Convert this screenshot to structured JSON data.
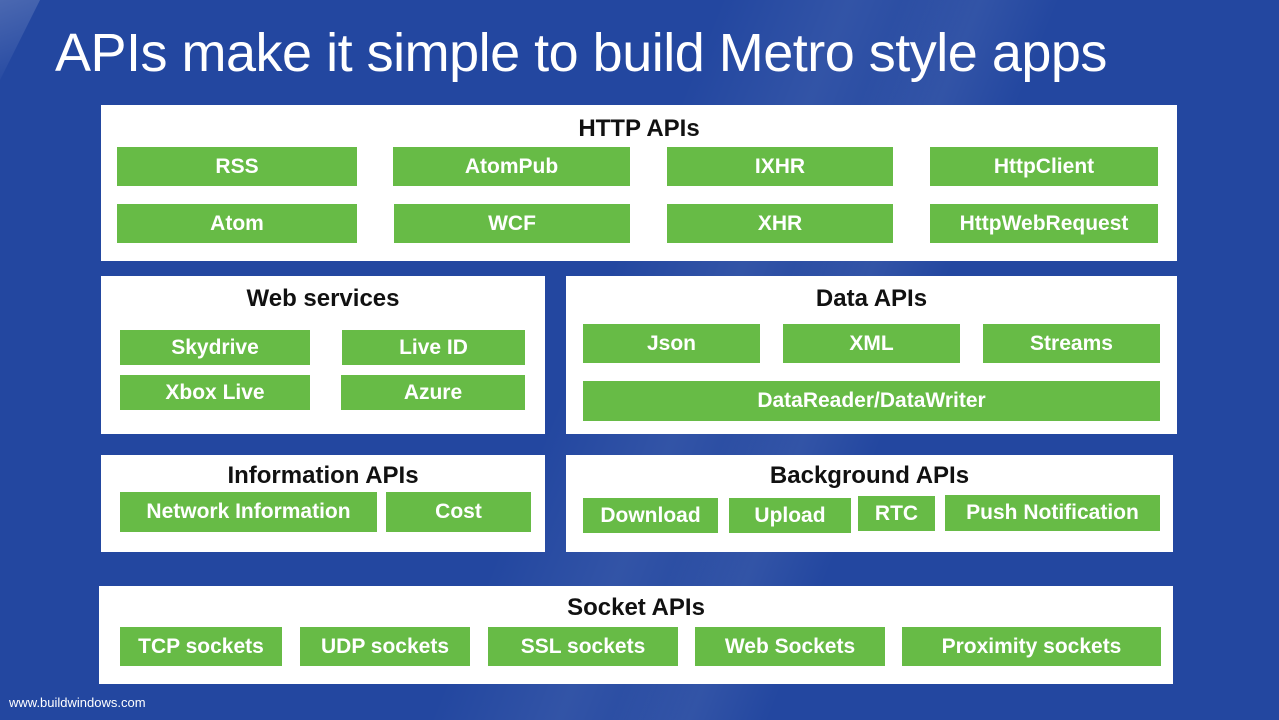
{
  "slide": {
    "title": "APIs make it simple to build Metro style apps",
    "footer_url": "www.buildwindows.com"
  },
  "colors": {
    "background": "#2347a0",
    "chip": "#67bb46",
    "panel": "#ffffff"
  },
  "http_apis": {
    "title": "HTTP APIs",
    "items": [
      "RSS",
      "AtomPub",
      "IXHR",
      "HttpClient",
      "Atom",
      "WCF",
      "XHR",
      "HttpWebRequest"
    ]
  },
  "web_services": {
    "title": "Web services",
    "items": [
      "Skydrive",
      "Live ID",
      "Xbox Live",
      "Azure"
    ]
  },
  "data_apis": {
    "title": "Data APIs",
    "items": [
      "Json",
      "XML",
      "Streams",
      "DataReader/DataWriter"
    ]
  },
  "information_apis": {
    "title": "Information APIs",
    "items": [
      "Network Information",
      "Cost"
    ]
  },
  "background_apis": {
    "title": "Background APIs",
    "items": [
      "Download",
      "Upload",
      "RTC",
      "Push Notification"
    ]
  },
  "socket_apis": {
    "title": "Socket APIs",
    "items": [
      "TCP sockets",
      "UDP sockets",
      "SSL sockets",
      "Web Sockets",
      "Proximity sockets"
    ]
  }
}
